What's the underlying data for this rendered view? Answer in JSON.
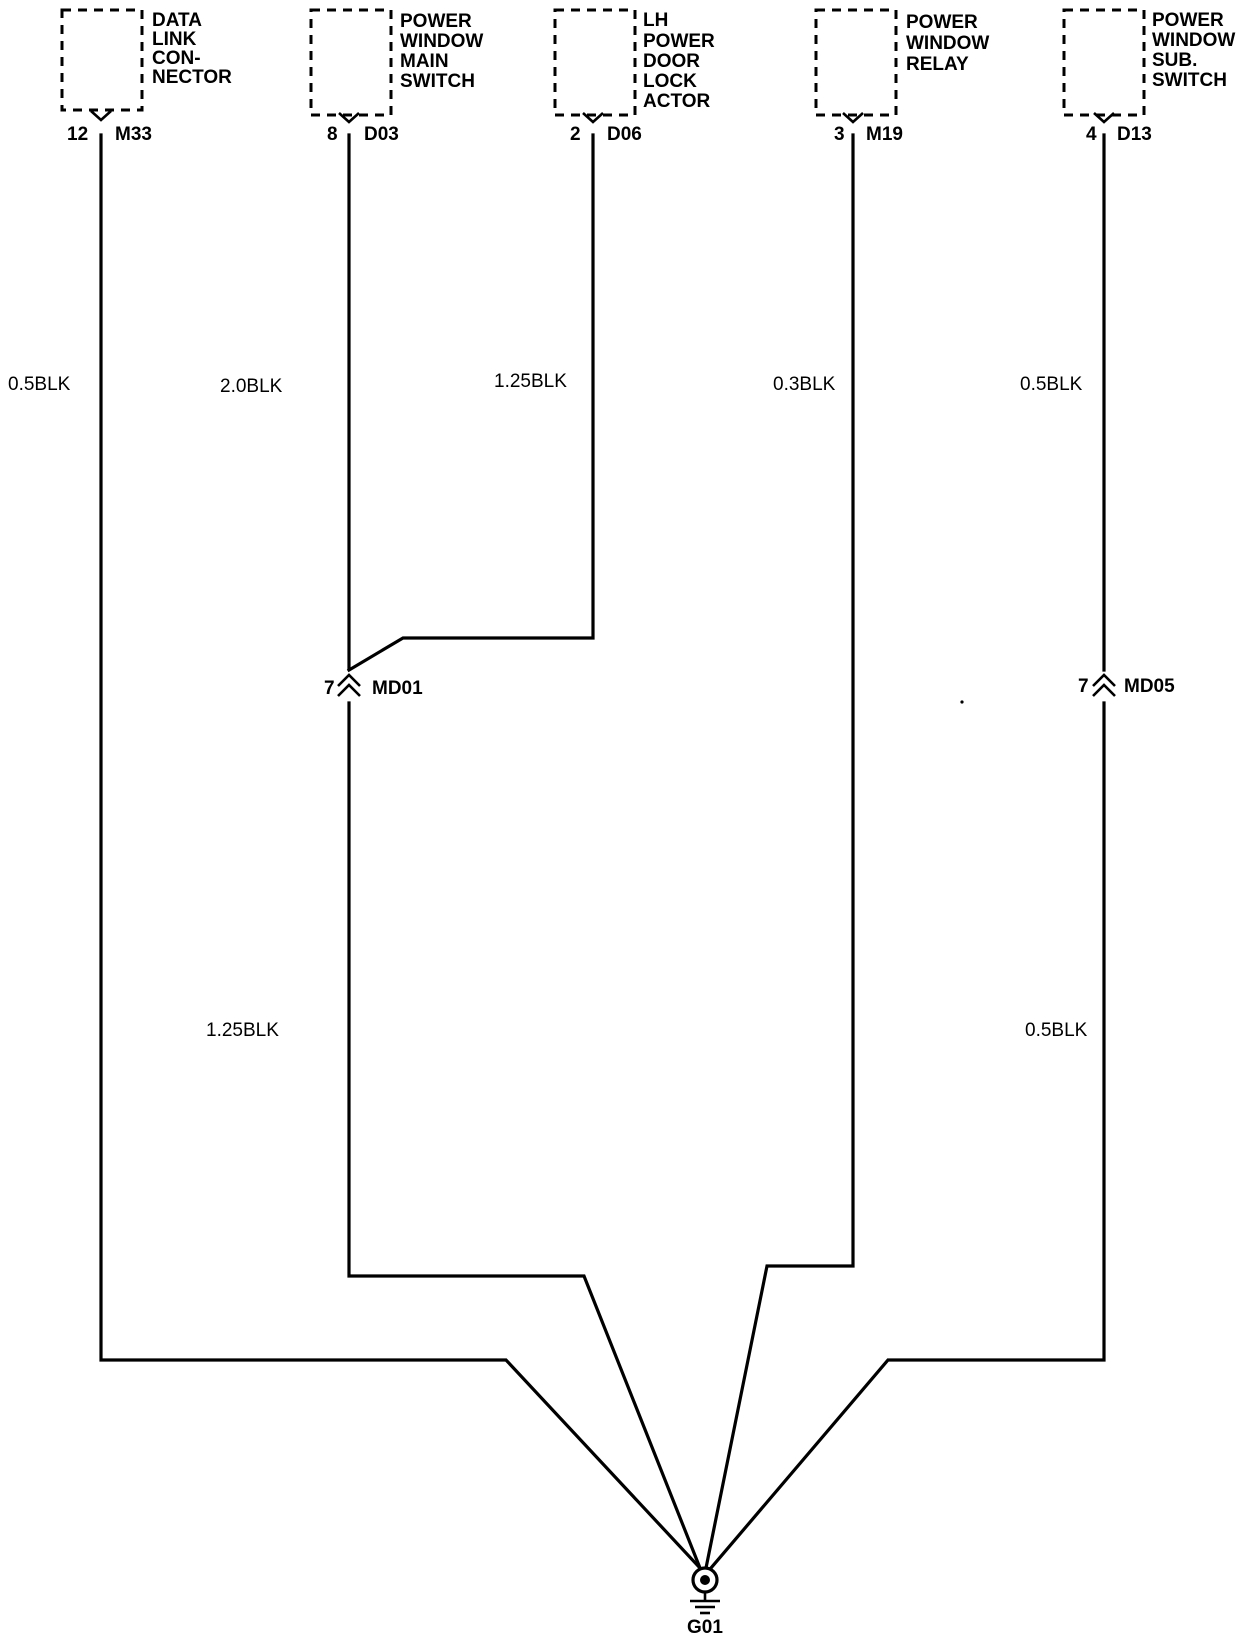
{
  "components": [
    {
      "id": "m33",
      "name_lines": [
        "DATA",
        "LINK",
        "CON-",
        "NECTOR"
      ],
      "pin": "12",
      "connector": "M33"
    },
    {
      "id": "d03",
      "name_lines": [
        "POWER",
        "WINDOW",
        "MAIN",
        "SWITCH"
      ],
      "pin": "8",
      "connector": "D03"
    },
    {
      "id": "d06",
      "name_lines": [
        "LH",
        "POWER",
        "DOOR",
        "LOCK",
        "ACTOR"
      ],
      "pin": "2",
      "connector": "D06"
    },
    {
      "id": "m19",
      "name_lines": [
        "POWER",
        "WINDOW",
        "RELAY"
      ],
      "pin": "3",
      "connector": "M19"
    },
    {
      "id": "d13",
      "name_lines": [
        "POWER",
        "WINDOW",
        "SUB.",
        "SWITCH"
      ],
      "pin": "4",
      "connector": "D13"
    }
  ],
  "wires": {
    "m33": "0.5BLK",
    "d03": "2.0BLK",
    "d06": "1.25BLK",
    "m19": "0.3BLK",
    "d13_upper": "0.5BLK",
    "md01_lower": "1.25BLK",
    "md05_lower": "0.5BLK"
  },
  "inline_connectors": [
    {
      "id": "md01",
      "pin": "7",
      "label": "MD01"
    },
    {
      "id": "md05",
      "pin": "7",
      "label": "MD05"
    }
  ],
  "ground": {
    "label": "G01"
  }
}
